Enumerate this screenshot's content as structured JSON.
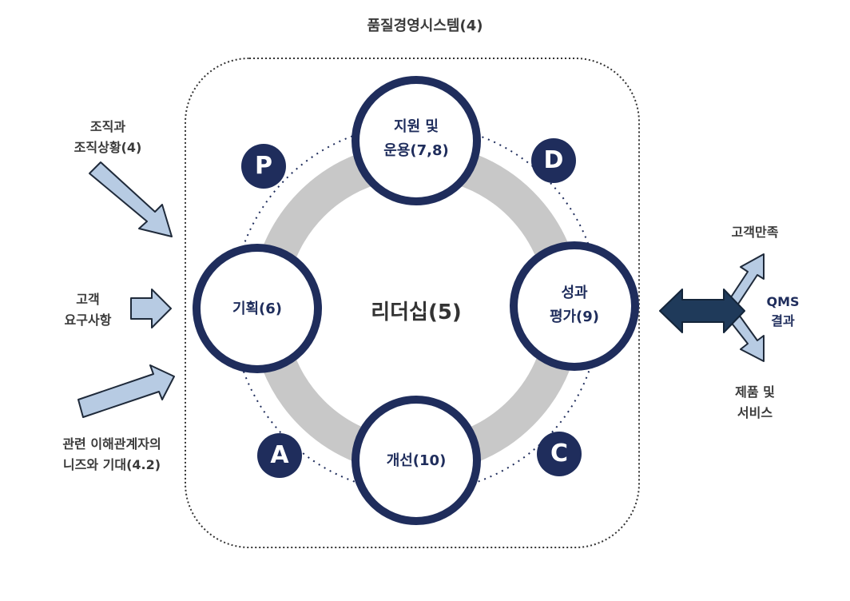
{
  "title": "품질경영시스템(4)",
  "center": "리더십(5)",
  "nodes": {
    "top": [
      "지원 및",
      "운용(7,8)"
    ],
    "left": [
      "기획(6)"
    ],
    "right": [
      "성과",
      "평가(9)"
    ],
    "bottom": [
      "개선(10)"
    ]
  },
  "badges": {
    "p": "P",
    "d": "D",
    "a": "A",
    "c": "C"
  },
  "inputs": {
    "org": [
      "조직과",
      "조직상황(4)"
    ],
    "customer": [
      "고객",
      "요구사항"
    ],
    "stakeholder": [
      "관련 이해관계자의",
      "니즈와 기대(4.2)"
    ]
  },
  "outputs": {
    "satisfaction": "고객만족",
    "qms": [
      "QMS",
      "결과"
    ],
    "products": [
      "제품 및",
      "서비스"
    ]
  },
  "colors": {
    "navy": "#1f2d5c",
    "ring_gray": "#c8c8c8",
    "arrow_light": "#b7cbe3",
    "arrow_dark": "#1f3a5a"
  }
}
